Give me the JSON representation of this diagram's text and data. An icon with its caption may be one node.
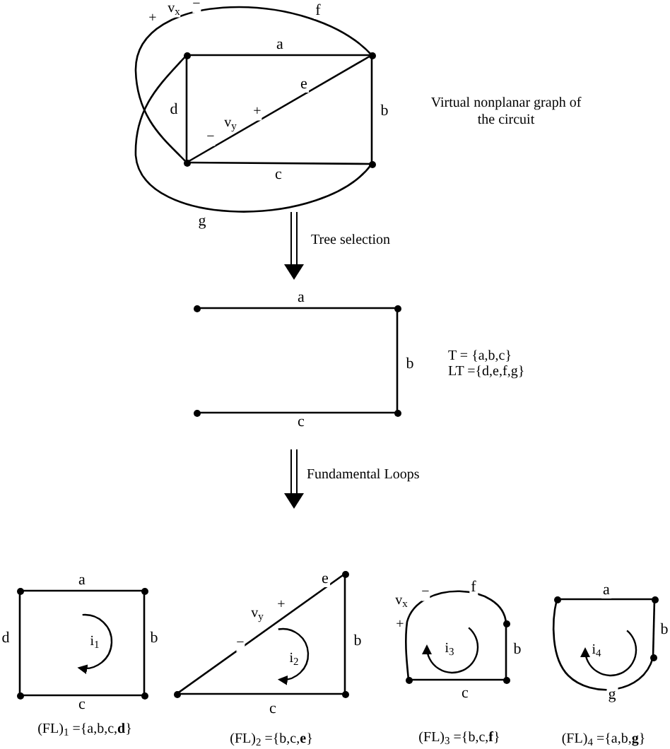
{
  "diagram": {
    "nodes": [
      {
        "text": [],
        "shape": "circle"
      },
      {
        "text": [],
        "shape": "circle"
      },
      {
        "text": [],
        "shape": "circle"
      },
      {
        "text": [],
        "shape": "circle"
      },
      {
        "text": [],
        "shape": "circle"
      },
      {
        "text": [],
        "shape": "circle"
      },
      {
        "text": [],
        "shape": "circle"
      },
      {
        "text": [],
        "shape": "circle"
      },
      {
        "text": [],
        "shape": "circle"
      },
      {
        "text": [],
        "shape": "circle"
      },
      {
        "text": [],
        "shape": "circle"
      },
      {
        "text": [],
        "shape": "circle"
      },
      {
        "text": [],
        "shape": "circle"
      },
      {
        "text": [],
        "shape": "circle"
      },
      {
        "text": [],
        "shape": "circle"
      },
      {
        "text": [],
        "shape": "circle"
      },
      {
        "text": [],
        "shape": "circle"
      },
      {
        "text": [],
        "shape": "circle"
      },
      {
        "text": [],
        "shape": "circle"
      },
      {
        "text": [],
        "shape": "circle"
      },
      {
        "text": [],
        "shape": "circle"
      }
    ],
    "edges": [
      {
        "from": 0,
        "to": 1,
        "arrow": "none",
        "label": "a"
      },
      {
        "from": 1,
        "to": 3,
        "arrow": "none",
        "label": "b"
      },
      {
        "from": 2,
        "to": 3,
        "arrow": "none",
        "label": "c"
      },
      {
        "from": 0,
        "to": 2,
        "arrow": "none",
        "label": "d"
      },
      {
        "from": 2,
        "to": 1,
        "arrow": "none",
        "label": "e"
      },
      {
        "from": 1,
        "to": 2,
        "arrow": "none",
        "label": "f"
      },
      {
        "from": 3,
        "to": 0,
        "arrow": "none",
        "label": "g"
      },
      {
        "from": 4,
        "to": 5,
        "arrow": "none",
        "label": "a"
      },
      {
        "from": 5,
        "to": 7,
        "arrow": "none",
        "label": "b"
      },
      {
        "from": 6,
        "to": 7,
        "arrow": "none",
        "label": "c"
      },
      {
        "from": 8,
        "to": 9,
        "arrow": "none",
        "label": "a"
      },
      {
        "from": 9,
        "to": 11,
        "arrow": "none",
        "label": "b"
      },
      {
        "from": 10,
        "to": 11,
        "arrow": "none",
        "label": "c"
      },
      {
        "from": 8,
        "to": 10,
        "arrow": "none",
        "label": "d"
      },
      {
        "from": 12,
        "to": 13,
        "arrow": "none",
        "label": "e"
      },
      {
        "from": 13,
        "to": 14,
        "arrow": "none",
        "label": "b"
      },
      {
        "from": 12,
        "to": 14,
        "arrow": "none",
        "label": "c"
      },
      {
        "from": 15,
        "to": 16,
        "arrow": "none",
        "label": "f"
      },
      {
        "from": 15,
        "to": 17,
        "arrow": "none",
        "label": "b"
      },
      {
        "from": 16,
        "to": 17,
        "arrow": "none",
        "label": "c"
      },
      {
        "from": 18,
        "to": 19,
        "arrow": "none",
        "label": "a"
      },
      {
        "from": 19,
        "to": 20,
        "arrow": "none",
        "label": "b"
      },
      {
        "from": 20,
        "to": 18,
        "arrow": "none",
        "label": "g"
      }
    ],
    "labels": [
      "+",
      "v$_{x}$",
      "−",
      "v$_{y}$",
      "+",
      "−",
      "Virtual nonplanar graph of the circuit",
      "Tree selection",
      "T = {a,b,c}",
      "LT ={d,e,f,g}",
      "Fundamental Loops",
      "i$_{1}$",
      "(FL)$_{1}$ ={a,b,c,**d**}",
      "−",
      "v$_{y}$",
      "+",
      "i$_{2}$",
      "(FL)$_{2}$ ={b,c,**e**}",
      "v$_{x}$",
      "−",
      "+",
      "i$_{3}$",
      "(FL)$_{3}$ ={b,c,**f**}",
      "i$_{4}$",
      "(FL)$_{4}$ ={a,b,**g**}"
    ]
  }
}
